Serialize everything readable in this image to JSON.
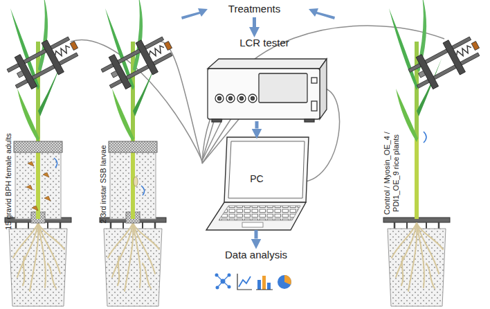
{
  "diagram": {
    "nodes": [
      {
        "text": [
          "Treatments"
        ]
      },
      {
        "text": [
          "LCR tester"
        ]
      },
      {
        "text": [
          "PC"
        ]
      },
      {
        "text": [
          "Data analysis"
        ]
      }
    ],
    "edges": [
      {
        "from": 0,
        "to": 1,
        "arrow": "to"
      },
      {
        "from": 1,
        "to": 2,
        "arrow": "to"
      },
      {
        "from": 2,
        "to": 3,
        "arrow": "to"
      }
    ],
    "labels": [
      "15 gravid BPH female adults",
      "2 3rd instar SSB larvae",
      "Control / Myosin_OE_4 / PDI1_OE_9 rice plants"
    ]
  }
}
